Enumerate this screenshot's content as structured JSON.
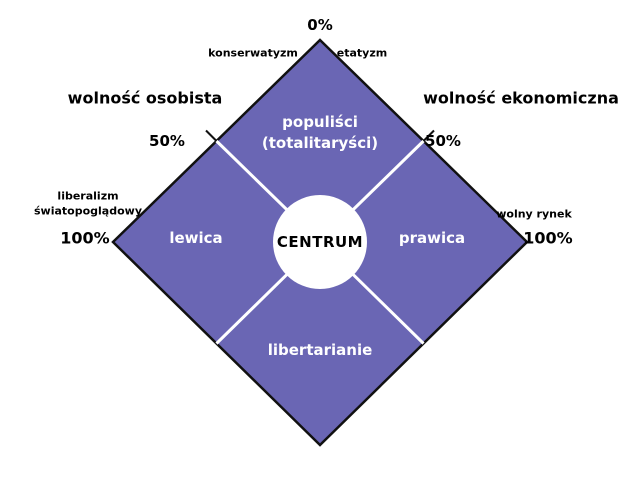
{
  "colors": {
    "diamond": "#6a66b4",
    "outline": "#111111",
    "divider": "#ffffff",
    "center_circle": "#ffffff"
  },
  "axes": {
    "top_percent": "0%",
    "top_left_label": "konserwatyzm",
    "top_right_label": "etatyzm",
    "left_axis_title": "wolność osobista",
    "right_axis_title": "wolność ekonomiczna",
    "left_mid_percent": "50%",
    "right_mid_percent": "50%",
    "left_end_label_line1": "liberalizm",
    "left_end_label_line2": "światopoglądowy",
    "left_max_percent": "100%",
    "right_end_label": "wolny rynek",
    "right_max_percent": "100%"
  },
  "quadrants": {
    "top_line1": "populiści",
    "top_line2": "(totalitaryści)",
    "left": "lewica",
    "right": "prawica",
    "bottom": "libertarianie",
    "center": "CENTRUM"
  }
}
